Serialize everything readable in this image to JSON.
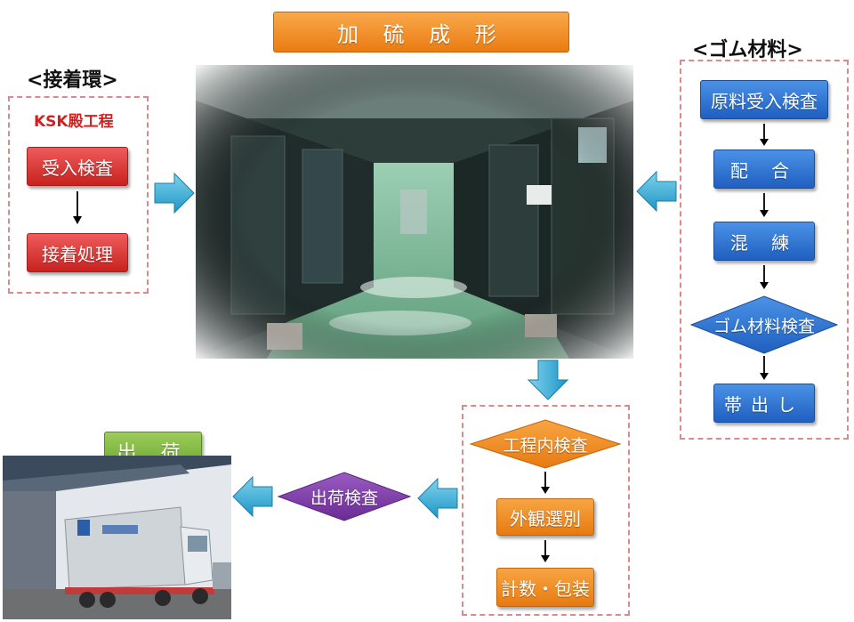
{
  "title": "加 硫 成 形",
  "left": {
    "heading": "<接着環>",
    "subheading": "KSK殿工程",
    "steps": [
      "受入検査",
      "接着処理"
    ]
  },
  "right": {
    "heading": "<ゴム材料>",
    "steps": [
      "原料受入検査",
      "配 合",
      "混 練",
      "ゴム材料検査",
      "帯出し"
    ]
  },
  "bottom": {
    "steps": [
      "工程内検査",
      "外観選別",
      "計数・包装"
    ]
  },
  "ship": {
    "inspection": "出荷検査",
    "label": "出 荷"
  },
  "colors": {
    "red": "#d9302c",
    "blue": "#2a6fd2",
    "orange": "#f08a1c",
    "green": "#7cb342",
    "purple": "#7e3fa5",
    "arrow": "#3fb2d8",
    "dash": "#d98a8a"
  },
  "icons": {
    "factory_photo": "factory-floor-photo",
    "truck_photo": "truck-photo"
  }
}
